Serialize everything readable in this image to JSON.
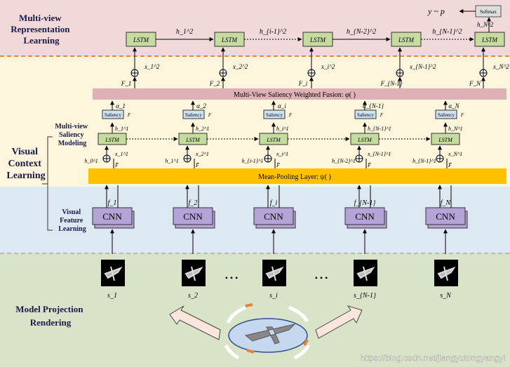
{
  "bands": {
    "top_title": "Multi-view Representation Learning",
    "visual_context_title": "Visual Context Learning",
    "visual_feature_title": "Visual Feature Learning",
    "projection_title": "Model Projection Rendering",
    "saliency_modeling_title": "Multi-view Saliency Modeling"
  },
  "top": {
    "output_formula": "y ~ p",
    "softmax_label": "Softmax",
    "hn_label": "h_N^2",
    "lstm_label": "LSTM",
    "hidden_labels": [
      "h_1^2",
      "h_{i-1}^2",
      "h_{N-2}^2",
      "h_{N-1}^2"
    ],
    "x_labels": [
      "x_1^2",
      "x_2^2",
      "x_i^2",
      "x_{N-1}^2",
      "x_N^2"
    ],
    "f_labels": [
      "F_1",
      "F_2",
      "F_i",
      "F_{N-1}",
      "F_N"
    ]
  },
  "fusion_label": "Multi-View Saliency Weighted Fusion: φ( )",
  "mean_pooling_label": "Mean-Pooling Layer: ψ( )",
  "saliency": {
    "box_label": "Saliency",
    "alpha_labels": [
      "α_1",
      "α_2",
      "α_i",
      "α_{N-1}",
      "α_N"
    ],
    "h1_labels": [
      "h_1^1",
      "h_2^1",
      "h_i^1",
      "h_{N-1}^1",
      "h_N^1"
    ],
    "hprev_labels": [
      "h_0^1",
      "h_1^1",
      "h_{i-1}^1",
      "h_{N-2}^1",
      "h_{N-1}^1"
    ],
    "x1_labels": [
      "x_1^1",
      "x_2^1",
      "x_i^1",
      "x_{N-1}^1",
      "x_N^1"
    ],
    "fbar": "F̄",
    "f_out": "F"
  },
  "cnn": {
    "label": "CNN",
    "f_labels": [
      "f_1",
      "f_2",
      "f_i",
      "f_{N-1}",
      "f_N"
    ]
  },
  "views": {
    "labels": [
      "s_1",
      "s_2",
      "s_i",
      "s_{N-1}",
      "s_N"
    ],
    "ellipsis": "• • •"
  },
  "watermark": "https://blog.csdn.net/jiangyutongyangyi",
  "colors": {
    "top_band": "#f2d9d9",
    "context_band": "#fdf5dc",
    "feature_band": "#dce9f3",
    "projection_band": "#d9e3c8",
    "lstm_fill": "#c6dba0",
    "cnn_fill": "#b3a3d6",
    "fusion_fill": "#dfb0b5",
    "pooling_fill": "#ffc000",
    "saliency_fill": "#cfe2f3",
    "divider": "#e08a3c"
  }
}
